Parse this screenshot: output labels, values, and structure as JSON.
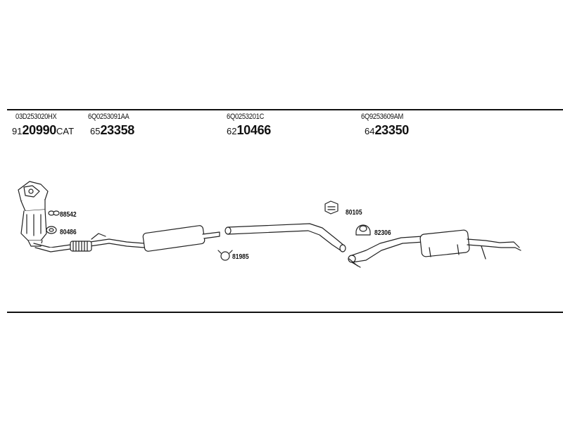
{
  "header": {
    "parts": [
      {
        "oe": "03D253020HX",
        "prefix": "91",
        "main": "20990",
        "suffix": "CAT"
      },
      {
        "oe": "6Q0253091AA",
        "prefix": "65",
        "main": "23358",
        "suffix": ""
      },
      {
        "oe": "6Q0253201C",
        "prefix": "62",
        "main": "10466",
        "suffix": ""
      },
      {
        "oe": "6Q9253609AM",
        "prefix": "64",
        "main": "23350",
        "suffix": ""
      }
    ]
  },
  "small_parts": {
    "p88542": "88542",
    "p80486": "80486",
    "p81985": "81985",
    "p80105": "80105",
    "p82306": "82306"
  }
}
